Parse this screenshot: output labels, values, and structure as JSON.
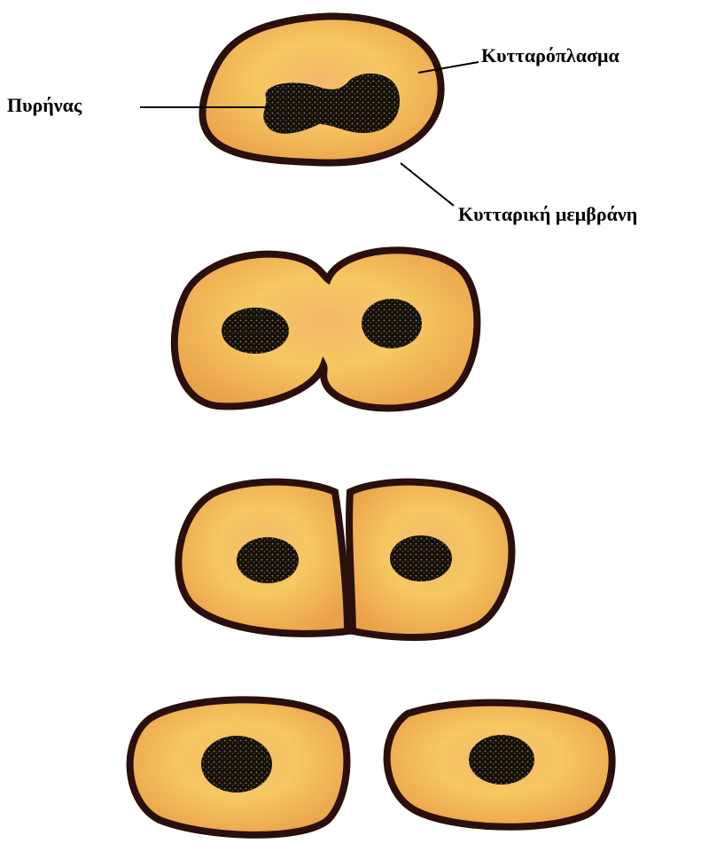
{
  "labels": {
    "nucleus": "Πυρήνας",
    "cytoplasm": "Κυτταρόπλασμα",
    "membrane": "Κυτταρική μεμβράνη"
  },
  "stages": [
    {
      "id": "stage-1-elongated-nucleus"
    },
    {
      "id": "stage-2-dividing-nuclei"
    },
    {
      "id": "stage-3-membrane-split"
    },
    {
      "id": "stage-4-daughter-cells"
    }
  ],
  "colors": {
    "membrane": "#2a0f0a",
    "cytoplasm_light": "#f6c65e",
    "cytoplasm_dark": "#e59a3c",
    "nucleus": "#141008",
    "nucleus_speckle": "#7a6a55",
    "background": "#ffffff"
  }
}
